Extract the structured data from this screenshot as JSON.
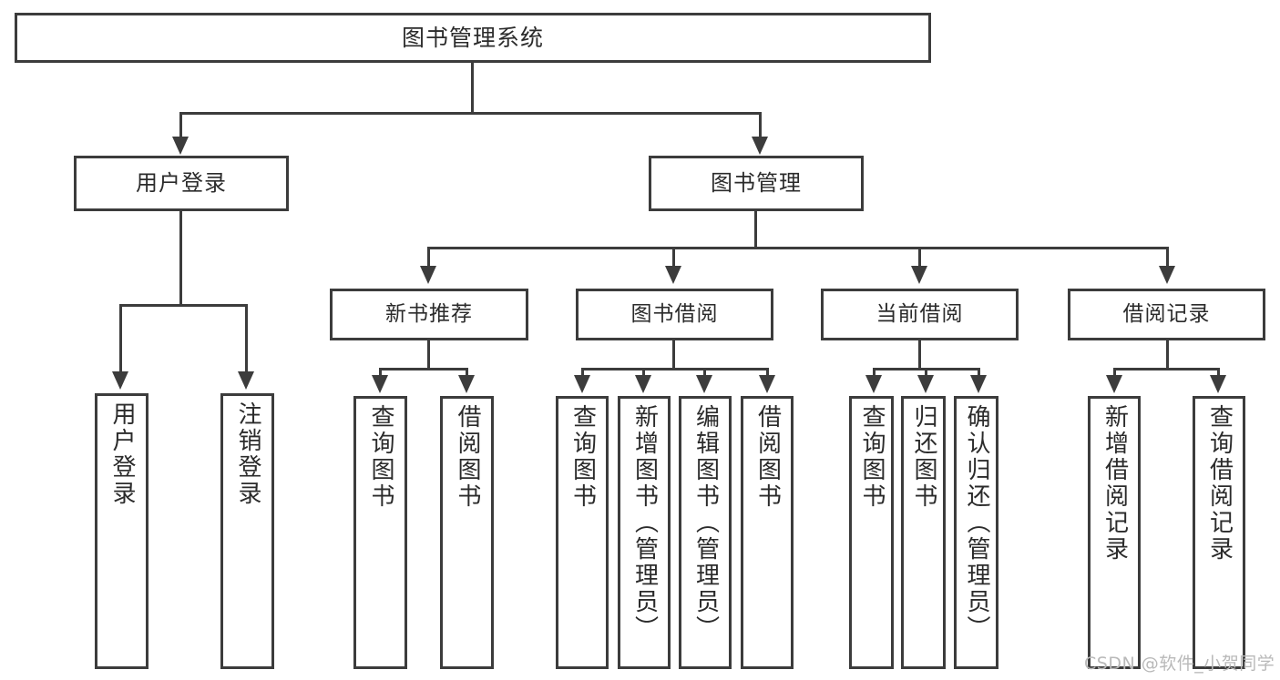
{
  "diagram": {
    "type": "hierarchy-tree",
    "title": "图书管理系统",
    "watermark": "CSDN @软件_小贺同学",
    "colors": {
      "stroke": "#3c3c3c",
      "fill": "#ffffff",
      "text": "#2b2b2b",
      "watermark": "#b9b9b9"
    },
    "levels": {
      "root": {
        "label": "图书管理系统"
      },
      "level2": [
        {
          "label": "用户登录"
        },
        {
          "label": "图书管理"
        }
      ],
      "level3": [
        {
          "label": "新书推荐"
        },
        {
          "label": "图书借阅"
        },
        {
          "label": "当前借阅"
        },
        {
          "label": "借阅记录"
        }
      ],
      "leaves": {
        "user_login": [
          {
            "label": "用户登录"
          },
          {
            "label": "注销登录"
          }
        ],
        "new_book_recommend": [
          {
            "label": "查询图书"
          },
          {
            "label": "借阅图书"
          }
        ],
        "book_borrow": [
          {
            "label": "查询图书"
          },
          {
            "label": "新增图书（管理员）"
          },
          {
            "label": "编辑图书（管理员）"
          },
          {
            "label": "借阅图书"
          }
        ],
        "current_borrow": [
          {
            "label": "查询图书"
          },
          {
            "label": "归还图书"
          },
          {
            "label": "确认归还（管理员）"
          }
        ],
        "borrow_record": [
          {
            "label": "新增借阅记录"
          },
          {
            "label": "查询借阅记录"
          }
        ]
      }
    }
  }
}
